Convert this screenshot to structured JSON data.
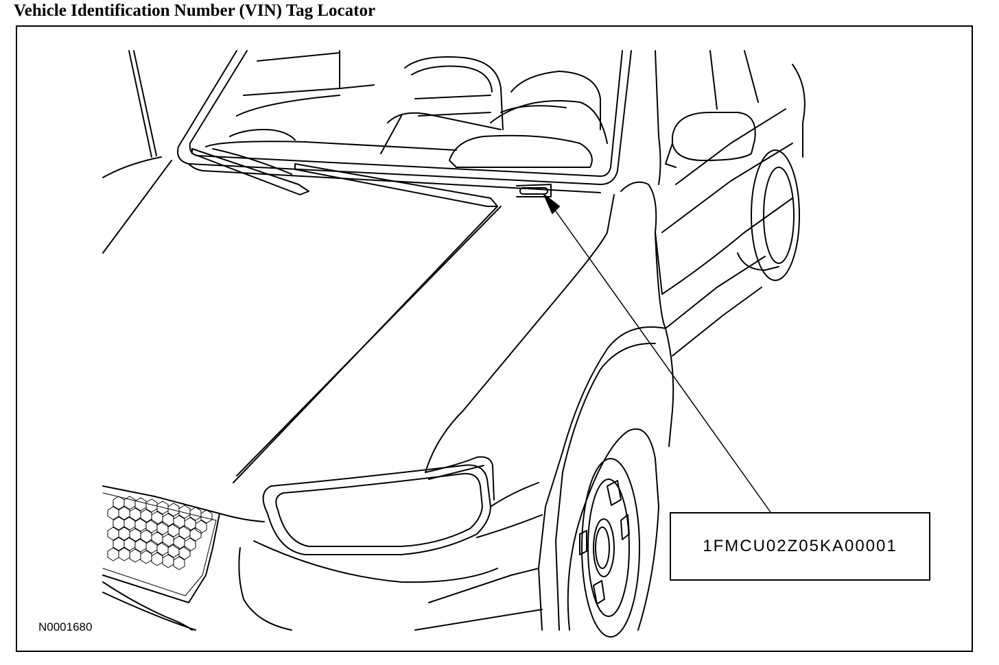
{
  "title": "Vehicle Identification Number (VIN) Tag Locator",
  "callout": {
    "vin": "1FMCU02Z05KA00001"
  },
  "figure_id": "N0001680",
  "colors": {
    "line": "#000000",
    "background": "#ffffff"
  }
}
